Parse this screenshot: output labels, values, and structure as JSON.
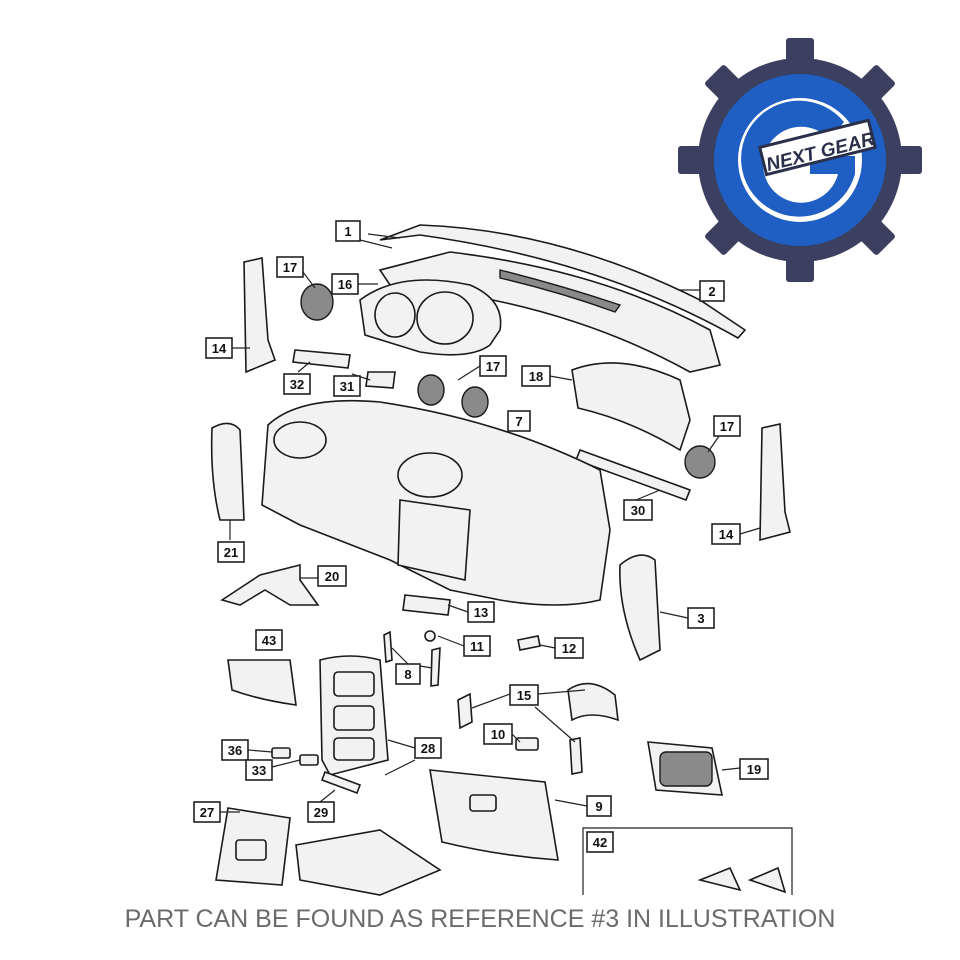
{
  "logo": {
    "text": "NEXT GEAR",
    "colors": {
      "outer_gear": "#3b4060",
      "inner_ring": "#1f5fc4",
      "text": "#2a2f4a"
    }
  },
  "callouts": [
    {
      "label": "1"
    },
    {
      "label": "2"
    },
    {
      "label": "17"
    },
    {
      "label": "16"
    },
    {
      "label": "14"
    },
    {
      "label": "32"
    },
    {
      "label": "31"
    },
    {
      "label": "17"
    },
    {
      "label": "18"
    },
    {
      "label": "7"
    },
    {
      "label": "17"
    },
    {
      "label": "21"
    },
    {
      "label": "30"
    },
    {
      "label": "14"
    },
    {
      "label": "20"
    },
    {
      "label": "13"
    },
    {
      "label": "3"
    },
    {
      "label": "11"
    },
    {
      "label": "12"
    },
    {
      "label": "43"
    },
    {
      "label": "8"
    },
    {
      "label": "15"
    },
    {
      "label": "10"
    },
    {
      "label": "36"
    },
    {
      "label": "33"
    },
    {
      "label": "28"
    },
    {
      "label": "19"
    },
    {
      "label": "29"
    },
    {
      "label": "9"
    },
    {
      "label": "27"
    },
    {
      "label": "42"
    }
  ],
  "caption": "PART CAN BE FOUND AS REFERENCE #3 IN ILLUSTRATION"
}
